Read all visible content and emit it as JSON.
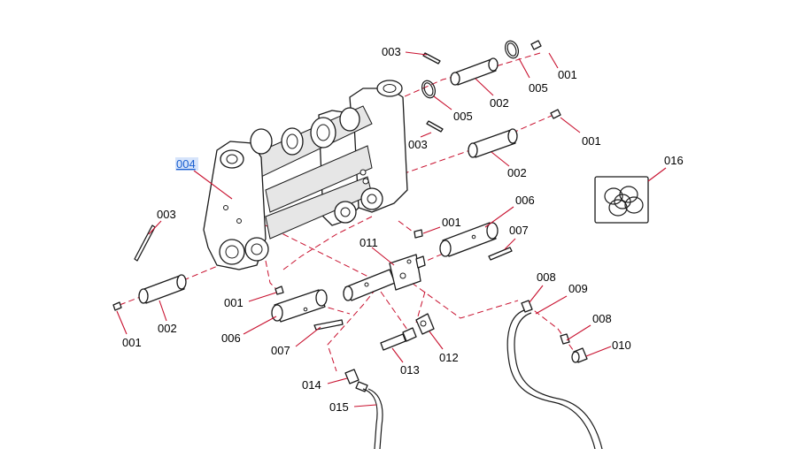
{
  "diagram": {
    "selected_part": "004",
    "part_labels": {
      "p003a": "003",
      "p001a": "001",
      "p002a": "002",
      "p005a": "005",
      "p005b": "005",
      "p003b": "003",
      "p001b": "001",
      "p002b": "002",
      "p004": "004",
      "p016": "016",
      "p003c": "003",
      "p006a": "006",
      "p001c": "001",
      "p007a": "007",
      "p011": "011",
      "p001d": "001",
      "p002c": "002",
      "p001e": "001",
      "p008a": "008",
      "p009": "009",
      "p006b": "006",
      "p008b": "008",
      "p007b": "007",
      "p010": "010",
      "p012": "012",
      "p013": "013",
      "p014": "014",
      "p015": "015"
    },
    "colors": {
      "leader": "#c8102e",
      "selected_label": "#1a5fd0",
      "ink": "#1a1a1a"
    }
  }
}
